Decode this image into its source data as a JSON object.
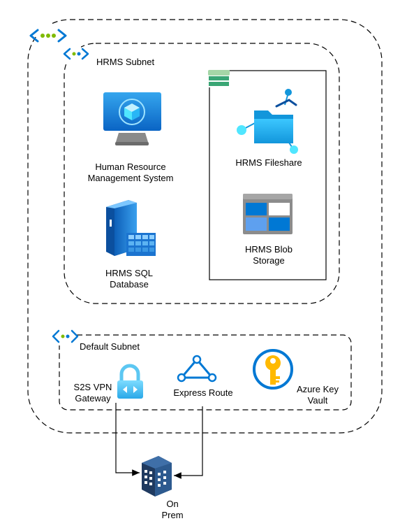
{
  "vnet": {
    "icon": "vnet-icon"
  },
  "hrms_subnet": {
    "label": "HRMS Subnet",
    "icon": "subnet-icon"
  },
  "storage_group": {
    "icon": "storage-account-icon"
  },
  "hrms_system": {
    "label": "Human Resource\nManagement System",
    "icon": "virtual-machine-icon"
  },
  "hrms_sql": {
    "label": "HRMS SQL\nDatabase",
    "icon": "sql-database-icon"
  },
  "hrms_fileshare": {
    "label": "HRMS Fileshare",
    "icon": "file-share-icon"
  },
  "hrms_blob": {
    "label": "HRMS Blob\nStorage",
    "icon": "blob-storage-icon"
  },
  "default_subnet": {
    "label": "Default Subnet",
    "icon": "subnet-icon"
  },
  "s2s_vpn": {
    "label": "S2S VPN\nGateway",
    "icon": "vpn-gateway-icon"
  },
  "express_route": {
    "label": "Express Route",
    "icon": "express-route-icon"
  },
  "key_vault": {
    "label": "Azure Key\nVault",
    "icon": "key-vault-icon"
  },
  "on_prem": {
    "label": "On\nPrem",
    "icon": "on-premises-building-icon"
  },
  "colors": {
    "azure_blue": "#0078d4",
    "light_blue": "#50e6ff",
    "vnet_green": "#7fba00",
    "key_gold": "#ffb900",
    "building_navy": "#1f3a60",
    "line": "#000000"
  }
}
